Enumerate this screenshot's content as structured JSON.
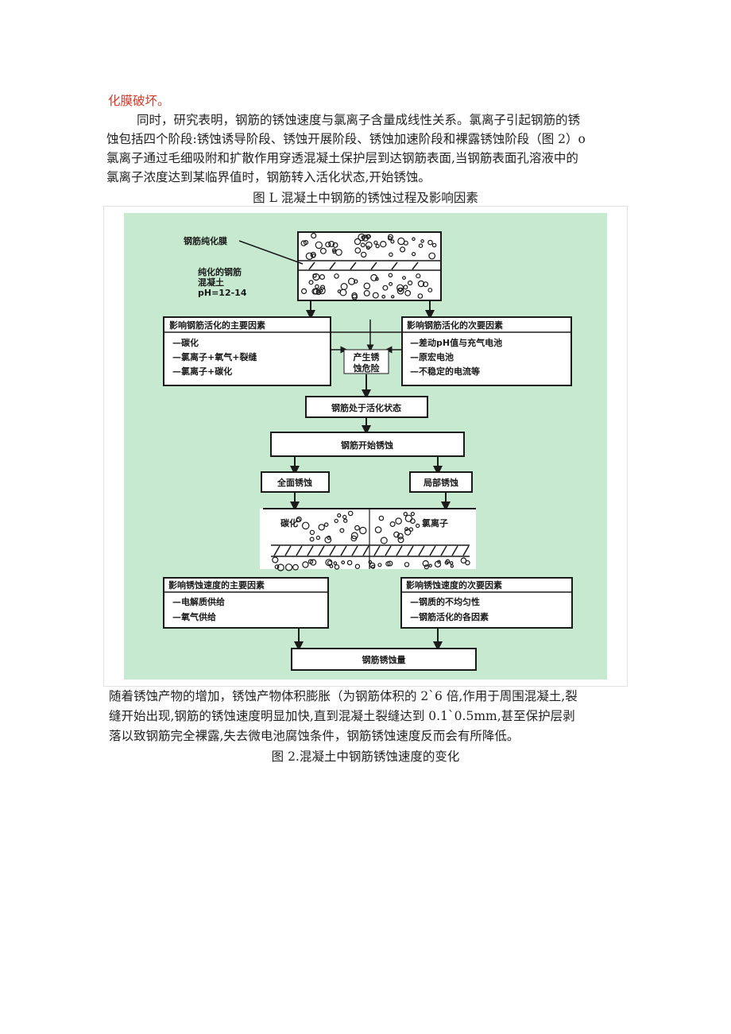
{
  "doc": {
    "para0_tail": "化膜破坏。",
    "para1_lines": [
      "同时，研究表明，钢筋的锈蚀速度与氯离子含量成线性关系。氯离子引起钢筋的锈",
      "蚀包括四个阶段:锈蚀诱导阶段、锈蚀开展阶段、锈蚀加速阶段和裸露锈蚀阶段（图 2）o",
      "氯离子通过毛细吸附和扩散作用穿透混凝土保护层到达钢筋表面,当钢筋表面孔溶液中的",
      "氯离子浓度达到某临界值时，钢筋转入活化状态,开始锈蚀。"
    ],
    "fig1_caption": "图 L 混凝土中钢筋的锈蚀过程及影响因素",
    "para2_lines": [
      "随着锈蚀产物的增加，锈蚀产物体积膨胀（为钢筋体积的 2`6 倍,作用于周围混凝土,裂",
      "缝开始出现,钢筋的锈蚀速度明显加快,直到混凝土裂缝达到 0.1`0.5mm,甚至保护层剥",
      "落以致钢筋完全裸露,失去微电池腐蚀条件，钢筋锈蚀速度反而会有所降低。"
    ],
    "fig2_caption": "图 2.混凝土中钢筋锈蚀速度的变化"
  },
  "diagram": {
    "passive_film_label": "钢筋纯化膜",
    "passive_rebar_lines": [
      "纯化的钢筋",
      "混凝土",
      "pH=12-14"
    ],
    "main_activation_title": "影响钢筋活化的主要因素",
    "main_activation_items": [
      "—碳化",
      "—氯离子+氧气+裂缝",
      "—氯离子+碳化"
    ],
    "secondary_activation_title": "影响钢筋活化的次要因素",
    "secondary_activation_items": [
      "—差动pH值与充气电池",
      "—原宏电池",
      "—不稳定的电流等"
    ],
    "risk_lines": [
      "产生锈",
      "蚀危险"
    ],
    "activated_state": "钢筋处于活化状态",
    "start_corrosion": "钢筋开始锈蚀",
    "general_corrosion": "全面锈蚀",
    "local_corrosion": "局部锈蚀",
    "carbonation_label": "碳化",
    "chloride_label": "氯离子",
    "main_rate_title": "影响锈蚀速度的主要因素",
    "main_rate_items": [
      "—电解质供给",
      "—氧气供给"
    ],
    "secondary_rate_title": "影响锈蚀速度的次要因素",
    "secondary_rate_items": [
      "—钢质的不均匀性",
      "—钢筋活化的各因素"
    ],
    "corrosion_amount": "钢筋锈蚀量",
    "colors": {
      "background": "#c6e9cf",
      "ink": "#1a1a1a",
      "accent_text": "#d23a2a"
    }
  }
}
